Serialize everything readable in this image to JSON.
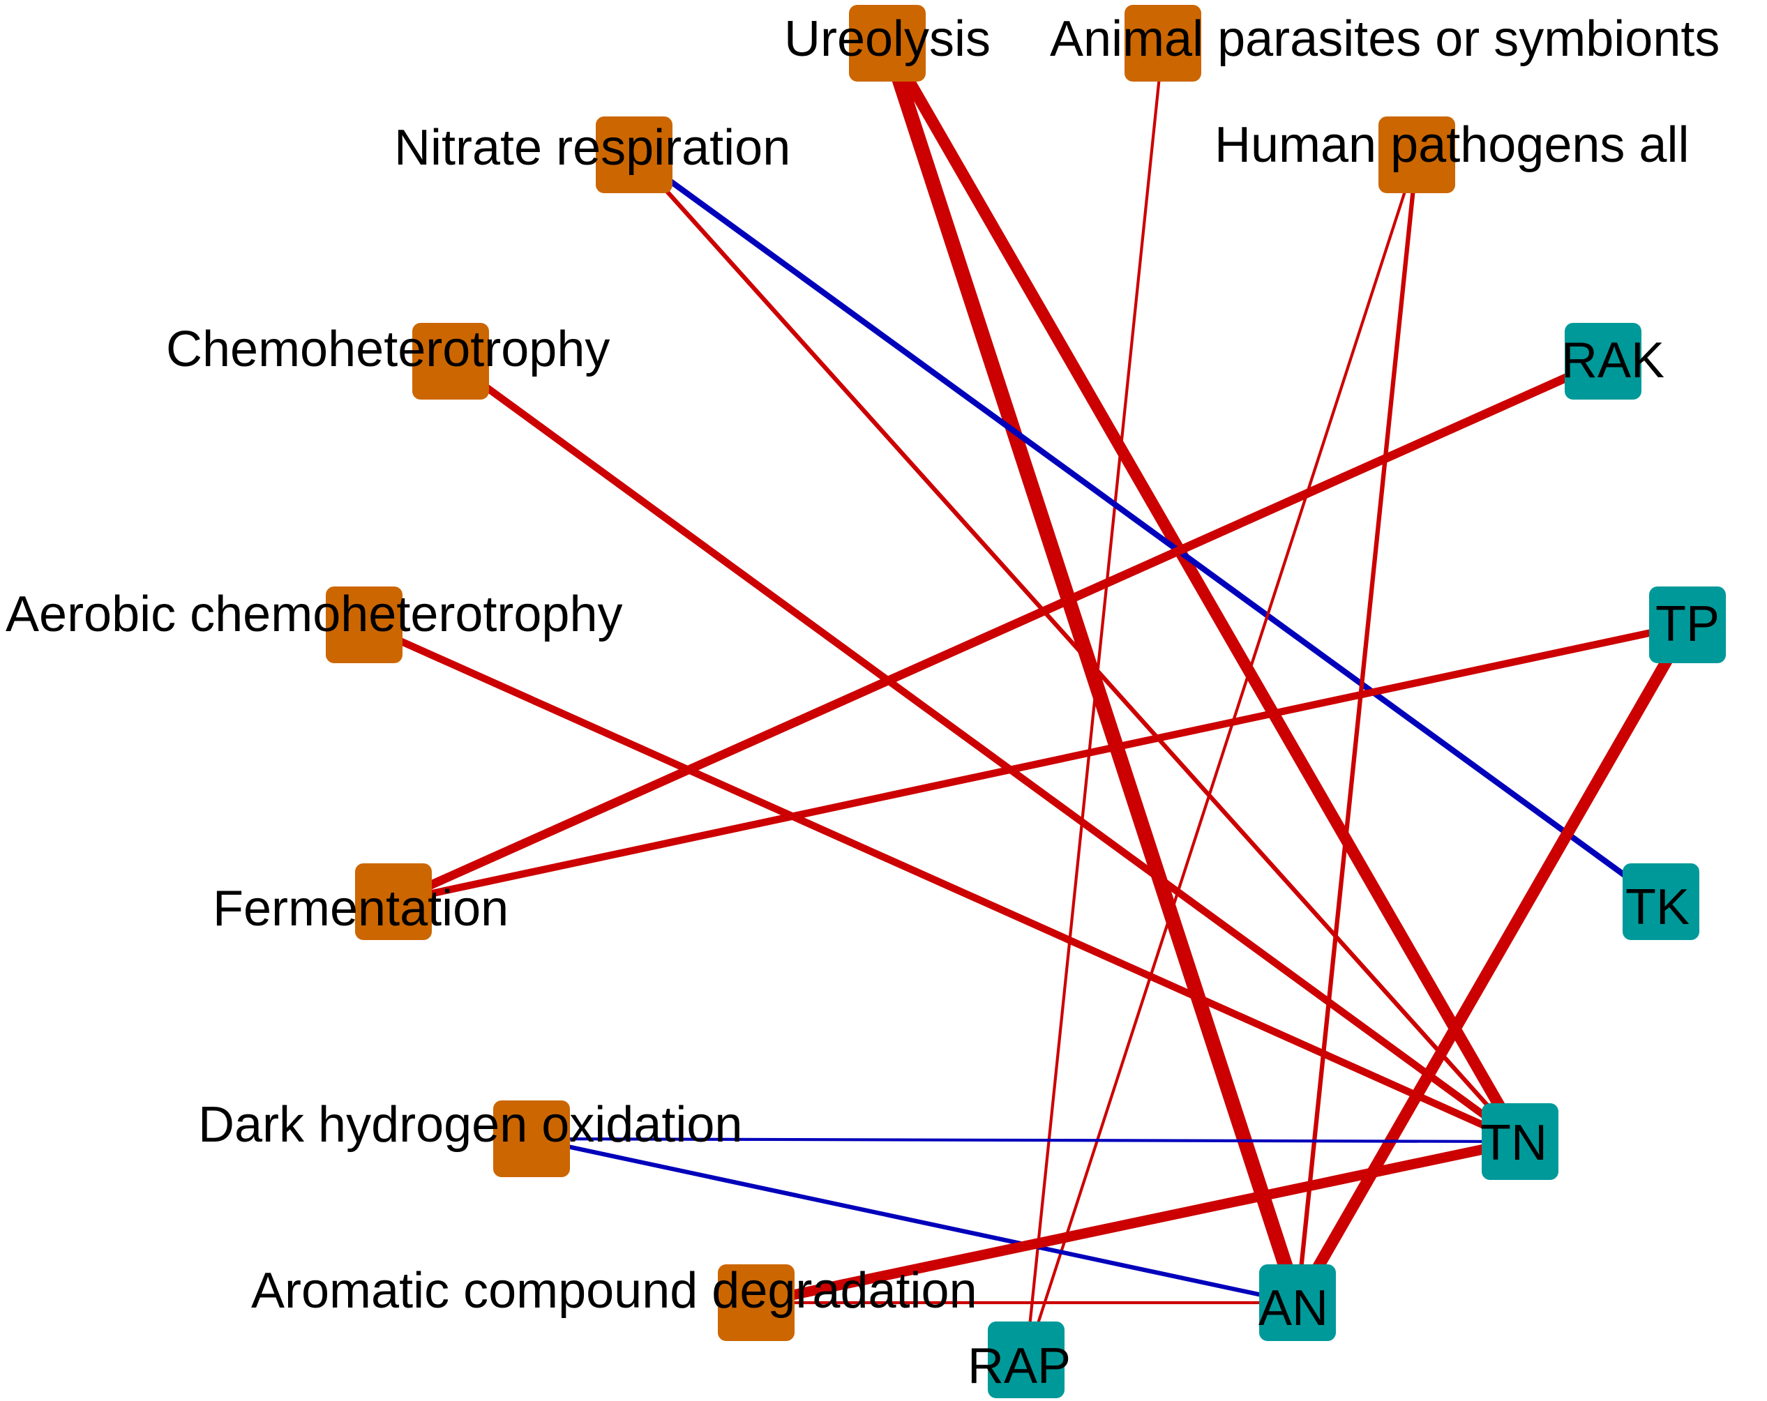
{
  "colors": {
    "function_node": "#CC6600",
    "property_node": "#009999",
    "positive_edge": "#CC0000",
    "negative_edge": "#0000BB"
  },
  "nodes": [
    {
      "id": "ureolysis",
      "label": "Ureolysis",
      "group": "function"
    },
    {
      "id": "animal",
      "label": "Animal parasites or symbionts",
      "group": "function"
    },
    {
      "id": "nitrate",
      "label": "Nitrate respiration",
      "group": "function"
    },
    {
      "id": "human",
      "label": "Human pathogens all",
      "group": "function"
    },
    {
      "id": "chemo",
      "label": "Chemoheterotrophy",
      "group": "function"
    },
    {
      "id": "aerobic",
      "label": "Aerobic chemoheterotrophy",
      "group": "function"
    },
    {
      "id": "fermentation",
      "label": "Fermentation",
      "group": "function"
    },
    {
      "id": "darkh",
      "label": "Dark hydrogen oxidation",
      "group": "function"
    },
    {
      "id": "aromatic",
      "label": "Aromatic compound degradation",
      "group": "function"
    },
    {
      "id": "rak",
      "label": "RAK",
      "group": "property"
    },
    {
      "id": "tp",
      "label": "TP",
      "group": "property"
    },
    {
      "id": "tk",
      "label": "TK",
      "group": "property"
    },
    {
      "id": "tn",
      "label": "TN",
      "group": "property"
    },
    {
      "id": "an",
      "label": "AN",
      "group": "property"
    },
    {
      "id": "rap",
      "label": "RAP",
      "group": "property"
    }
  ],
  "edges": [
    {
      "from": "ureolysis",
      "to": "an",
      "sign": "positive",
      "weight": 5
    },
    {
      "from": "ureolysis",
      "to": "tn",
      "sign": "positive",
      "weight": 4
    },
    {
      "from": "animal",
      "to": "rap",
      "sign": "positive",
      "weight": 1
    },
    {
      "from": "nitrate",
      "to": "tk",
      "sign": "negative",
      "weight": 2
    },
    {
      "from": "nitrate",
      "to": "tn",
      "sign": "positive",
      "weight": 1.5
    },
    {
      "from": "human",
      "to": "an",
      "sign": "positive",
      "weight": 1.5
    },
    {
      "from": "human",
      "to": "rap",
      "sign": "positive",
      "weight": 1
    },
    {
      "from": "chemo",
      "to": "tn",
      "sign": "positive",
      "weight": 2.5
    },
    {
      "from": "aerobic",
      "to": "tn",
      "sign": "positive",
      "weight": 2.5
    },
    {
      "from": "fermentation",
      "to": "rak",
      "sign": "positive",
      "weight": 3
    },
    {
      "from": "fermentation",
      "to": "tp",
      "sign": "positive",
      "weight": 2.5
    },
    {
      "from": "tp",
      "to": "an",
      "sign": "positive",
      "weight": 4
    },
    {
      "from": "darkh",
      "to": "tn",
      "sign": "negative",
      "weight": 1
    },
    {
      "from": "darkh",
      "to": "an",
      "sign": "negative",
      "weight": 1.5
    },
    {
      "from": "aromatic",
      "to": "tn",
      "sign": "positive",
      "weight": 3.5
    },
    {
      "from": "aromatic",
      "to": "an",
      "sign": "positive",
      "weight": 1
    }
  ]
}
